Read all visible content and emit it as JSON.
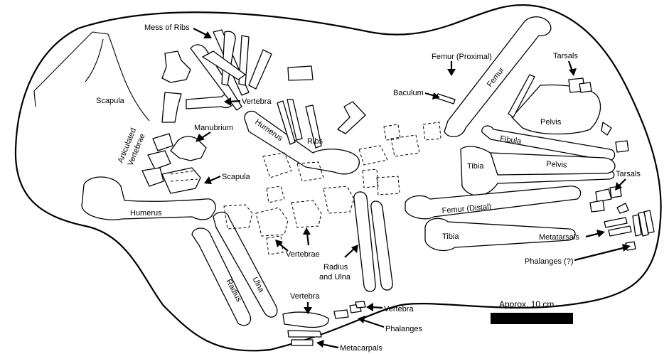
{
  "labels": {
    "mess_of_ribs": "Mess of Ribs",
    "scapula_left": "Scapula",
    "vertebra_top": "Vertebra",
    "manubrium": "Manubrium",
    "articulated": "Articulated",
    "vertebrae_articulated": "Vertebrae",
    "scapula_mid": "Scapula",
    "humerus_left": "Humerus",
    "humerus_mid": "Humerus",
    "ribs": "Ribs",
    "radius": "Radius",
    "ulna": "Ulna",
    "vertebrae_mid": "Vertebrae",
    "radius_and": "Radius",
    "and_ulna": "and Ulna",
    "vertebra_bottom": "Vertebra",
    "vertebra_right_bottom": "Vertebra",
    "phalanges_bottom": "Phalanges",
    "metacarpals": "Metacarpals",
    "femur_proximal": "Femur (Proximal)",
    "baculum": "Baculum",
    "femur": "Femur",
    "tarsals_top": "Tarsals",
    "pelvis_top": "Pelvis",
    "fibula": "Fibula",
    "tibia_top": "Tibia",
    "pelvis_mid": "Pelvis",
    "tarsals_right": "Tarsals",
    "femur_distal": "Femur (Distal)",
    "tibia_bottom": "Tibia",
    "metatarsals": "Metatarsals",
    "phalanges_q": "Phalanges (?)"
  },
  "scale_bar": {
    "label": "Approx. 10 cm"
  }
}
